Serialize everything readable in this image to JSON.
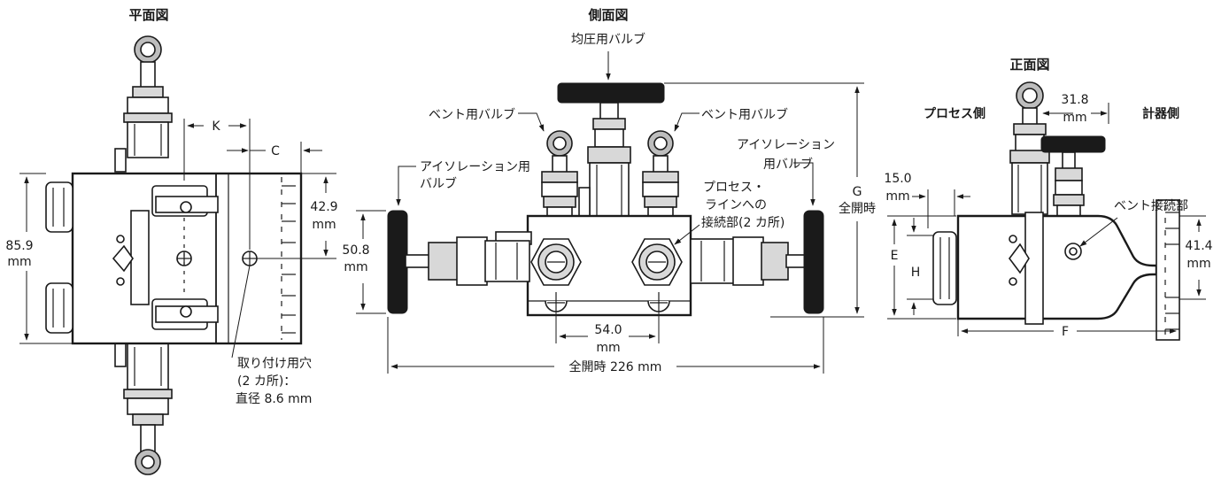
{
  "views": {
    "plan_title": "平面図",
    "side_title": "側面図",
    "front_title": "正面図"
  },
  "plan": {
    "dim_k": "K",
    "dim_c": "C",
    "dim_width_value": "85.9",
    "dim_width_unit": "mm",
    "dim_offset_value": "42.9",
    "dim_offset_unit": "mm",
    "hole_note_1": "取り付け用穴",
    "hole_note_2": "(2 カ所)：",
    "hole_note_3": "直径 8.6 mm"
  },
  "side": {
    "equalizer_valve": "均圧用バルブ",
    "vent_valve_left": "ベント用バルブ",
    "vent_valve_right": "ベント用バルブ",
    "isolation_left_1": "アイソレーション用",
    "isolation_left_2": "バルブ",
    "isolation_right_1": "アイソレーション",
    "isolation_right_2": "用バルブ",
    "process_conn_1": "プロセス・",
    "process_conn_2": "ラインへの",
    "process_conn_3": "接続部(2 カ所)",
    "dim_g": "G",
    "dim_g_note": "全開時",
    "dim_height_value": "50.8",
    "dim_height_unit": "mm",
    "dim_spacing_value": "54.0",
    "dim_spacing_unit": "mm",
    "dim_total": "全開時 226 mm"
  },
  "front": {
    "process_side": "プロセス側",
    "meter_side": "計器側",
    "dim_top_value": "31.8",
    "dim_top_unit": "mm",
    "dim_left_value": "15.0",
    "dim_left_unit": "mm",
    "vent_conn": "ベント接続部",
    "dim_e": "E",
    "dim_h": "H",
    "dim_right_value": "41.4",
    "dim_right_unit": "mm",
    "dim_f": "F"
  }
}
